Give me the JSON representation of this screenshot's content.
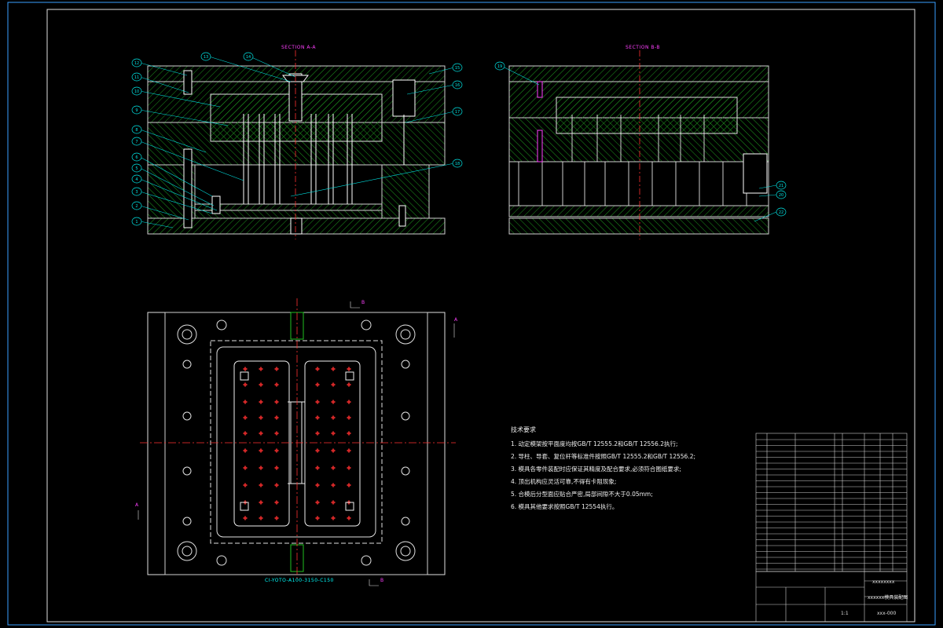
{
  "drawing": {
    "section_a_title": "SECTION A-A",
    "section_b_title": "SECTION B-B",
    "model_code": "CI-YOTO-A100-3150-C150",
    "view_marks": [
      "A",
      "A",
      "B",
      "B"
    ],
    "tech_requirements": {
      "heading": "技术要求",
      "lines": [
        "1. 动定模架按平面度均按GB/T 12555.2和GB/T 12556.2执行;",
        "2. 导柱、导套、复位杆等标准件按照GB/T 12555.2和GB/T 12556.2;",
        "3. 模具各零件装配时应保证其精度及配合要求,必须符合图纸要求;",
        "4. 顶出机构应灵活可靠,不得有卡阻现象;",
        "5. 合模后分型面应贴合严密,局部间隙不大于0.05mm;",
        "6. 模具其他要求按照GB/T 12554执行。"
      ]
    },
    "balloons_left": [
      "12",
      "11",
      "10",
      "9",
      "8",
      "7",
      "6",
      "5",
      "4",
      "3",
      "2",
      "1"
    ],
    "balloons_top": [
      "13",
      "14"
    ],
    "balloons_right": [
      "15",
      "16",
      "17",
      "18"
    ],
    "balloons_b": [
      "19",
      "21",
      "20",
      "22"
    ],
    "title_block": {
      "project": "xxxxxxxx",
      "drawing_name": "xxxxxx模具装配图",
      "drawing_no": "xxx-000",
      "scale": "1:1"
    }
  }
}
